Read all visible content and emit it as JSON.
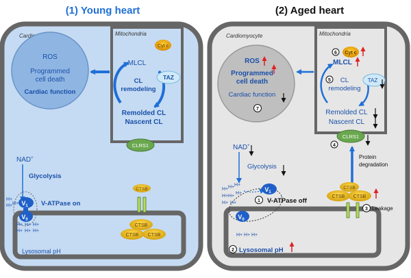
{
  "panels": {
    "young": {
      "title": "(1) Young heart",
      "cardiomyocyte": "Cardiomyocyte",
      "mitochondria": "Mitochondria",
      "cytc": "Cyt c",
      "ros": "ROS",
      "pcd1": "Programmed",
      "pcd2": "cell death",
      "cardiac": "Cardiac function",
      "mlcl": "MLCL",
      "taz": "TAZ",
      "cl_remodeling1": "CL",
      "cl_remodeling2": "remodeling",
      "remolded_cl": "Remolded CL",
      "nascent_cl": "Nascent CL",
      "clrs1": "CLRS1",
      "nad": "NAD",
      "nad_sup": "+",
      "glycolysis": "Glycolysis",
      "v1": "V",
      "v1_sub": "1",
      "v0": "V",
      "v0_sub": "0",
      "vatpase": "V-ATPase on",
      "ctsb": "CTSB",
      "hplus": "H+",
      "lysosomal_ph": "Lysosomal pH"
    },
    "aged": {
      "title": "(2) Aged heart",
      "cardiomyocyte": "Cardiomyocyte",
      "mitochondria": "Mitochondria",
      "cytc": "Cyt c",
      "ros": "ROS",
      "pcd1": "Programmed",
      "pcd2": "cell death",
      "cardiac": "Cardiac function",
      "mlcl": "MLCL",
      "taz": "TAZ",
      "cl_remodeling1": "CL",
      "cl_remodeling2": "remodeling",
      "remolded_cl": "Remolded CL",
      "nascent_cl": "Nascent CL",
      "clrs1": "CLRS1",
      "nad": "NAD",
      "nad_sup": "+",
      "glycolysis": "Glycolysis",
      "v1": "V",
      "v1_sub": "1",
      "v0": "V",
      "v0_sub": "0",
      "vatpase": "V-ATPase off",
      "ctsb": "CTSB",
      "hplus": "H+",
      "lysosomal_ph": "Lysosomal pH",
      "protein": "Protein",
      "degradation": "degradation",
      "leakage": "Leakage",
      "num1": "1",
      "num2": "2",
      "num3": "3",
      "num4": "4",
      "num5": "5",
      "num6": "6",
      "num7": "7"
    }
  },
  "colors": {
    "young_bg": "#c5dbf3",
    "aged_bg": "#e6e6e6",
    "frame": "#666666",
    "blue_text": "#1f6fd6",
    "dark_blue": "#1a4fa8",
    "circle_young": "#8fb6e3",
    "circle_aged": "#bfbfbf",
    "green": "#6aa84f",
    "gold": "#e0b01c",
    "red": "#e02020"
  }
}
